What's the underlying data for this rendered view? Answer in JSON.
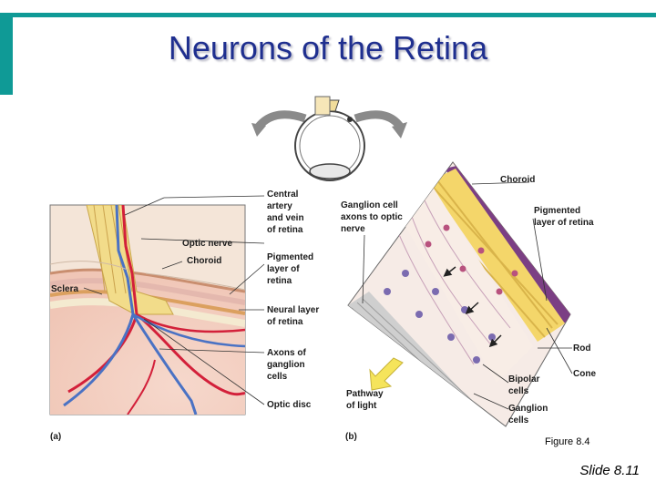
{
  "slide": {
    "title": "Neurons of the Retina",
    "figure_caption": "Figure 8.4",
    "slide_number": "Slide 8.11"
  },
  "colors": {
    "accent": "#0f9a96",
    "title": "#1f2f8f",
    "artery": "#d3203a",
    "vein": "#4a72c4",
    "nerve": "#f2dc8a",
    "choroid": "#de7e7a"
  },
  "panel_a": {
    "tag": "(a)",
    "labels": {
      "sclera": "Sclera",
      "central_artery": [
        "Central",
        "artery",
        "and vein",
        "of retina"
      ],
      "optic_nerve": "Optic nerve",
      "choroid": "Choroid",
      "pigmented_layer": [
        "Pigmented",
        "layer of",
        "retina"
      ],
      "neural_layer": [
        "Neural layer",
        "of retina"
      ],
      "axons": [
        "Axons of",
        "ganglion",
        "cells"
      ],
      "optic_disc": "Optic disc"
    }
  },
  "panel_b": {
    "tag": "(b)",
    "labels": {
      "choroid": "Choroid",
      "ganglion_axons": [
        "Ganglion cell",
        "axons to optic",
        "nerve"
      ],
      "pigmented_layer": [
        "Pigmented",
        "layer of retina"
      ],
      "rod": "Rod",
      "cone": "Cone",
      "bipolar": [
        "Bipolar",
        "cells"
      ],
      "ganglion_cells": [
        "Ganglion",
        "cells"
      ],
      "pathway": [
        "Pathway",
        "of light"
      ]
    }
  }
}
